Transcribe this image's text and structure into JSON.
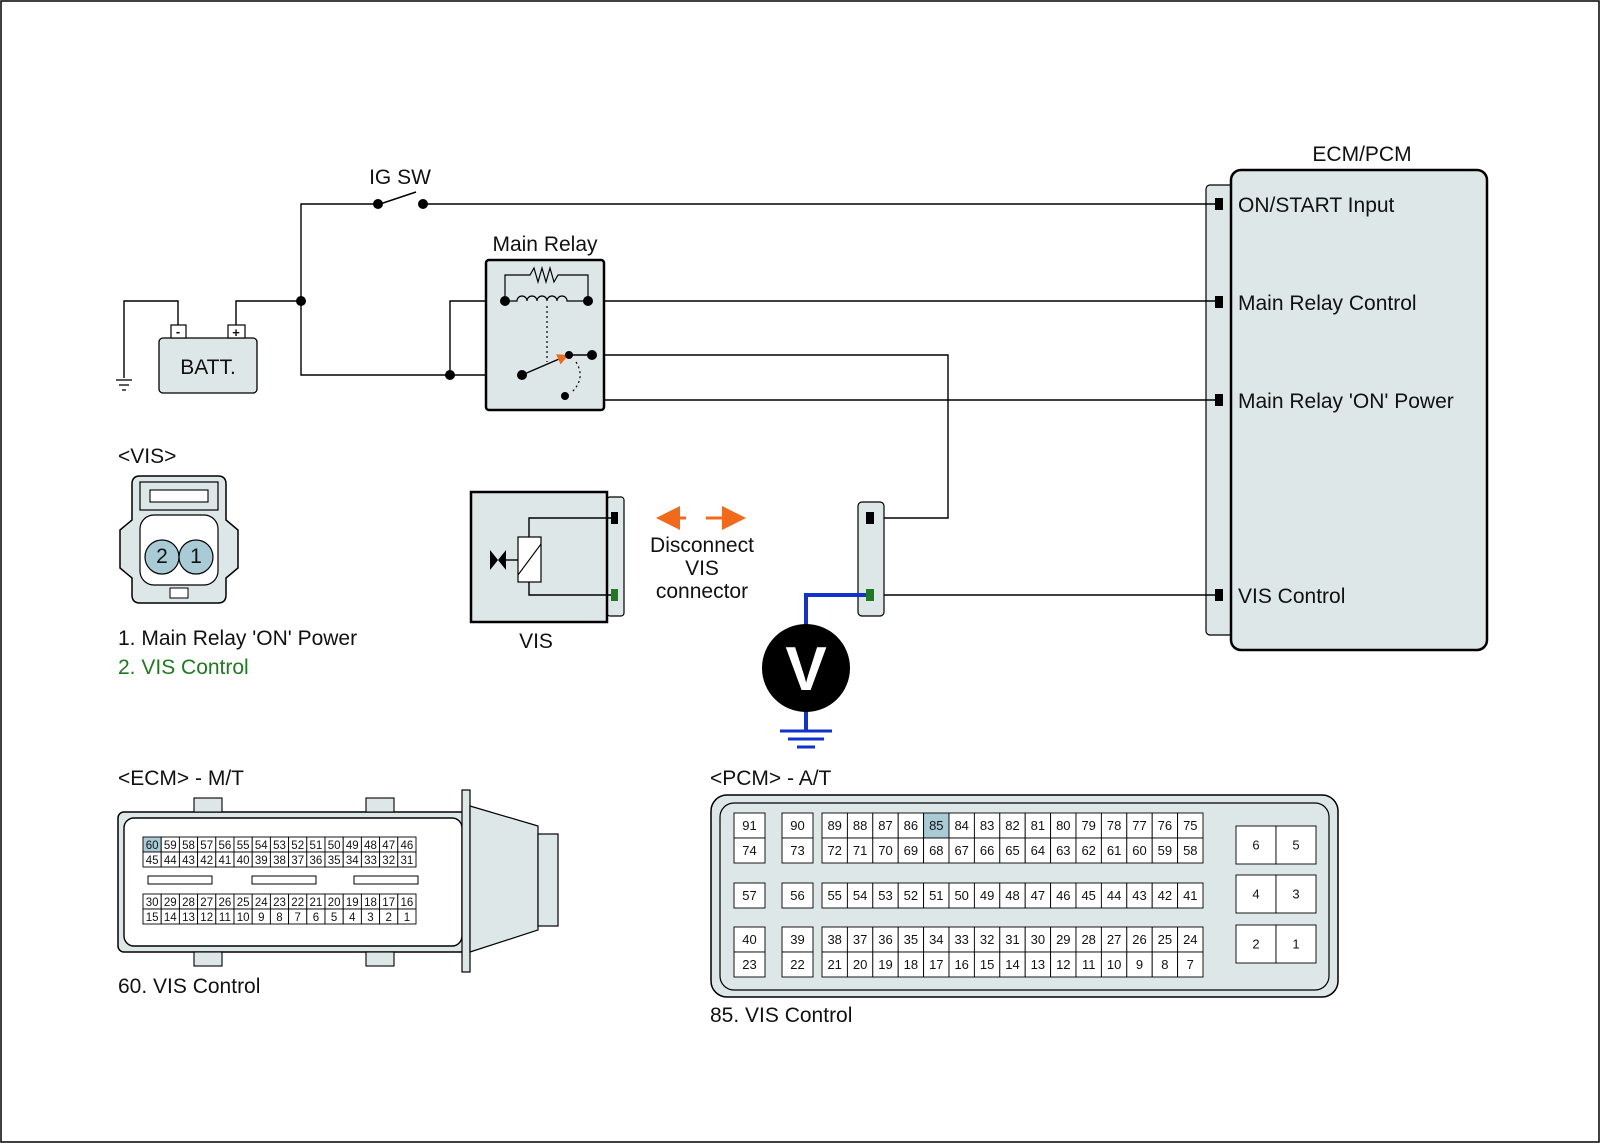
{
  "labels": {
    "ig_sw": "IG SW",
    "main_relay": "Main Relay",
    "battery": "BATT.",
    "battery_minus": "-",
    "battery_plus": "+",
    "ecm_pcm": "ECM/PCM",
    "on_start_input": "ON/START Input",
    "main_relay_control": "Main Relay Control",
    "main_relay_on_power": "Main Relay 'ON' Power",
    "vis_control_terminal": "VIS Control",
    "vis_connector_title": "<VIS>",
    "vis_pin_2": "2",
    "vis_pin_1": "1",
    "vis_legend_1": "1. Main Relay 'ON' Power",
    "vis_legend_2": "2. VIS Control",
    "vis_component": "VIS",
    "disconnect_line1": "Disconnect",
    "disconnect_line2": "VIS",
    "disconnect_line3": "connector",
    "voltmeter_symbol": "V",
    "ecm_connector_title": "<ECM> - M/T",
    "ecm_legend": "60. VIS Control",
    "pcm_connector_title": "<PCM> - A/T",
    "pcm_legend": "85. VIS Control"
  },
  "colors": {
    "component_fill": "#dde7e7",
    "highlight_pin": "#a9cbd5",
    "vis_control_green": "#1f7a1f",
    "meter_lead_blue": "#1133cc",
    "arrow_orange": "#f06a1a"
  },
  "ecm_connector": {
    "rows": [
      [
        "60",
        "59",
        "58",
        "57",
        "56",
        "55",
        "54",
        "53",
        "52",
        "51",
        "50",
        "49",
        "48",
        "47",
        "46"
      ],
      [
        "45",
        "44",
        "43",
        "42",
        "41",
        "40",
        "39",
        "38",
        "37",
        "36",
        "35",
        "34",
        "33",
        "32",
        "31"
      ],
      [
        "30",
        "29",
        "28",
        "27",
        "26",
        "25",
        "24",
        "23",
        "22",
        "21",
        "20",
        "19",
        "18",
        "17",
        "16"
      ],
      [
        "15",
        "14",
        "13",
        "12",
        "11",
        "10",
        "9",
        "8",
        "7",
        "6",
        "5",
        "4",
        "3",
        "2",
        "1"
      ]
    ],
    "highlight": "60"
  },
  "pcm_connector": {
    "groups": [
      {
        "rows": [
          [
            "91"
          ],
          [
            "74"
          ]
        ]
      },
      {
        "rows": [
          [
            "90"
          ],
          [
            "73"
          ]
        ]
      },
      {
        "rows": [
          [
            "89",
            "88",
            "87",
            "86",
            "85",
            "84",
            "83",
            "82",
            "81",
            "80",
            "79",
            "78",
            "77",
            "76",
            "75"
          ],
          [
            "72",
            "71",
            "70",
            "69",
            "68",
            "67",
            "66",
            "65",
            "64",
            "63",
            "62",
            "61",
            "60",
            "59",
            "58"
          ]
        ]
      },
      {
        "rows": [
          [
            "6",
            "5"
          ]
        ]
      },
      {
        "rows": [
          [
            "57"
          ]
        ]
      },
      {
        "rows": [
          [
            "56"
          ]
        ]
      },
      {
        "rows": [
          [
            "55",
            "54",
            "53",
            "52",
            "51",
            "50",
            "49",
            "48",
            "47",
            "46",
            "45",
            "44",
            "43",
            "42",
            "41"
          ]
        ]
      },
      {
        "rows": [
          [
            "4",
            "3"
          ]
        ]
      },
      {
        "rows": [
          [
            "40"
          ],
          [
            "23"
          ]
        ]
      },
      {
        "rows": [
          [
            "39"
          ],
          [
            "22"
          ]
        ]
      },
      {
        "rows": [
          [
            "38",
            "37",
            "36",
            "35",
            "34",
            "33",
            "32",
            "31",
            "30",
            "29",
            "28",
            "27",
            "26",
            "25",
            "24"
          ],
          [
            "21",
            "20",
            "19",
            "18",
            "17",
            "16",
            "15",
            "14",
            "13",
            "12",
            "11",
            "10",
            "9",
            "8",
            "7"
          ]
        ]
      },
      {
        "rows": [
          [
            "2",
            "1"
          ]
        ]
      }
    ],
    "highlight": "85"
  }
}
